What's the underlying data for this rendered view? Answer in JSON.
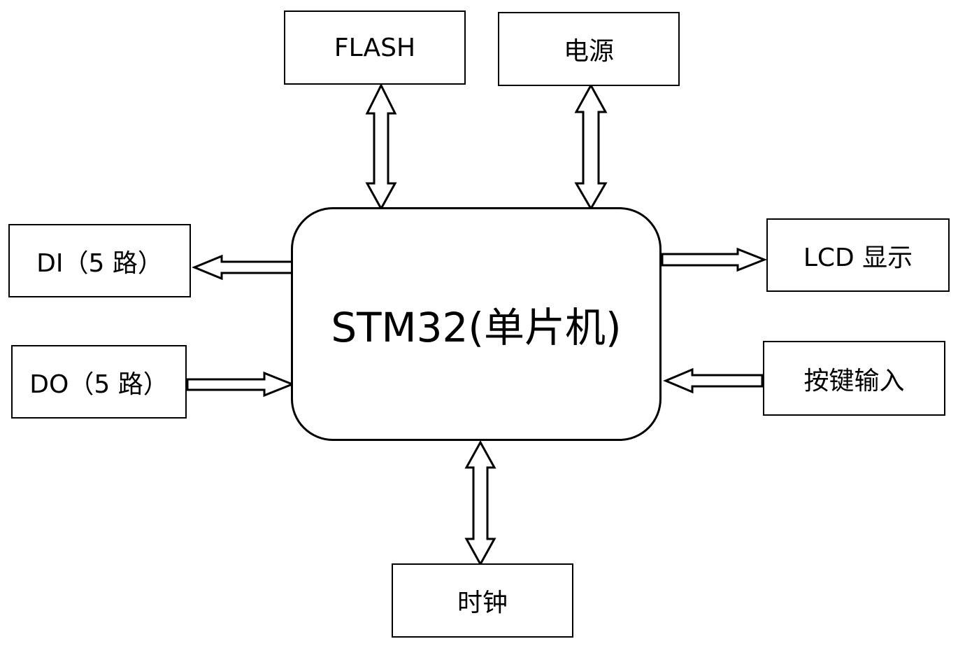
{
  "mcu": {
    "label": "STM32(单片机)"
  },
  "blocks": {
    "flash": "FLASH",
    "power": "电源",
    "di": "DI（5 路）",
    "do": "DO（5 路）",
    "lcd": "LCD 显示",
    "keys": "按键输入",
    "clock": "时钟"
  },
  "connections": [
    {
      "from": "flash",
      "to": "mcu",
      "direction": "bidirectional"
    },
    {
      "from": "power",
      "to": "mcu",
      "direction": "bidirectional"
    },
    {
      "from": "mcu",
      "to": "di",
      "direction": "one-way"
    },
    {
      "from": "do",
      "to": "mcu",
      "direction": "one-way"
    },
    {
      "from": "mcu",
      "to": "lcd",
      "direction": "one-way"
    },
    {
      "from": "keys",
      "to": "mcu",
      "direction": "one-way"
    },
    {
      "from": "clock",
      "to": "mcu",
      "direction": "bidirectional"
    }
  ]
}
